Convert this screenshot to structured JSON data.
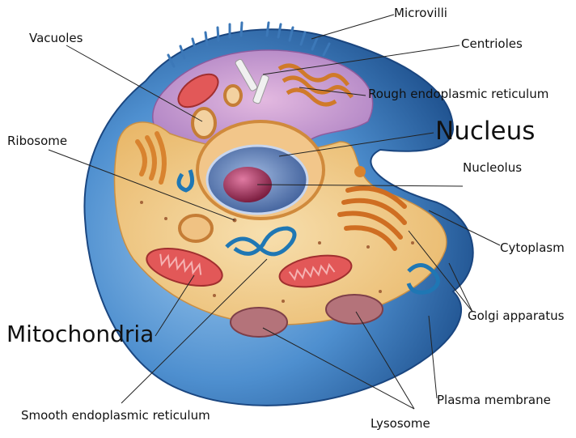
{
  "labels": {
    "microvilli": "Microvilli",
    "vacuoles": "Vacuoles",
    "centrioles": "Centrioles",
    "rough_er": "Rough endoplasmic reticulum",
    "nucleus": "Nucleus",
    "ribosome": "Ribosome",
    "nucleolus": "Nucleolus",
    "cytoplasm": "Cytoplasm",
    "golgi": "Golgi apparatus",
    "mitochondria": "Mitochondria",
    "plasma_membrane": "Plasma membrane",
    "smooth_er": "Smooth endoplasmic reticulum",
    "lysosome": "Lysosome"
  },
  "colors": {
    "membrane_blue": "#2f6fb0",
    "membrane_light": "#7fb3e0",
    "cytoplasm": "#f2cf8e",
    "nucleus_blue": "#5b7fb8",
    "nucleolus": "#9c2a4a",
    "mitochondria": "#d9534f",
    "golgi": "#d8832f",
    "smooth_er": "#1f77b4",
    "lysosome": "#b4737a"
  }
}
